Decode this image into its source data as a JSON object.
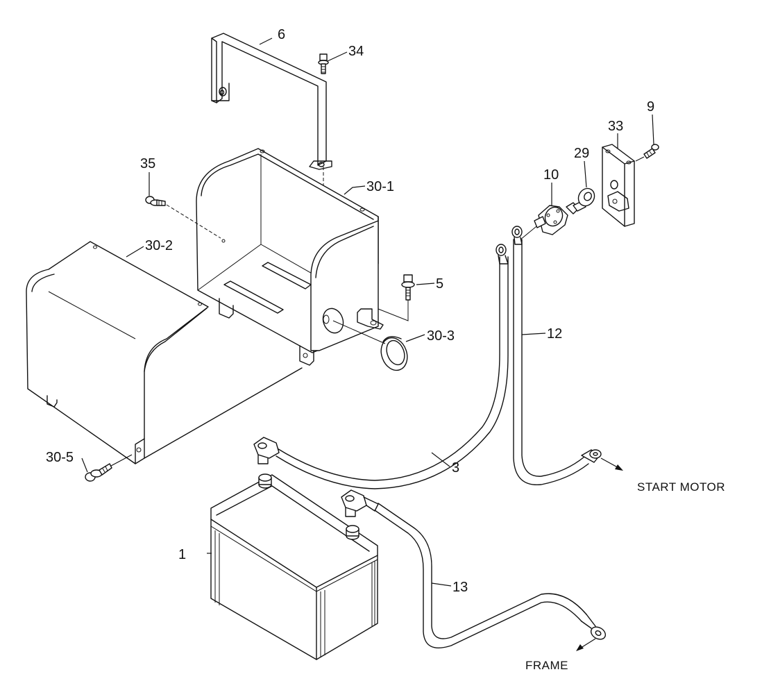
{
  "callouts": {
    "c6": "6",
    "c34": "34",
    "c35": "35",
    "c30_1": "30-1",
    "c30_2": "30-2",
    "c5": "5",
    "c30_3": "30-3",
    "c30_5": "30-5",
    "c3": "3",
    "c1": "1",
    "c13": "13",
    "c12": "12",
    "c10": "10",
    "c29": "29",
    "c33": "33",
    "c9": "9"
  },
  "destinations": {
    "start_motor": "START MOTOR",
    "frame": "FRAME"
  }
}
